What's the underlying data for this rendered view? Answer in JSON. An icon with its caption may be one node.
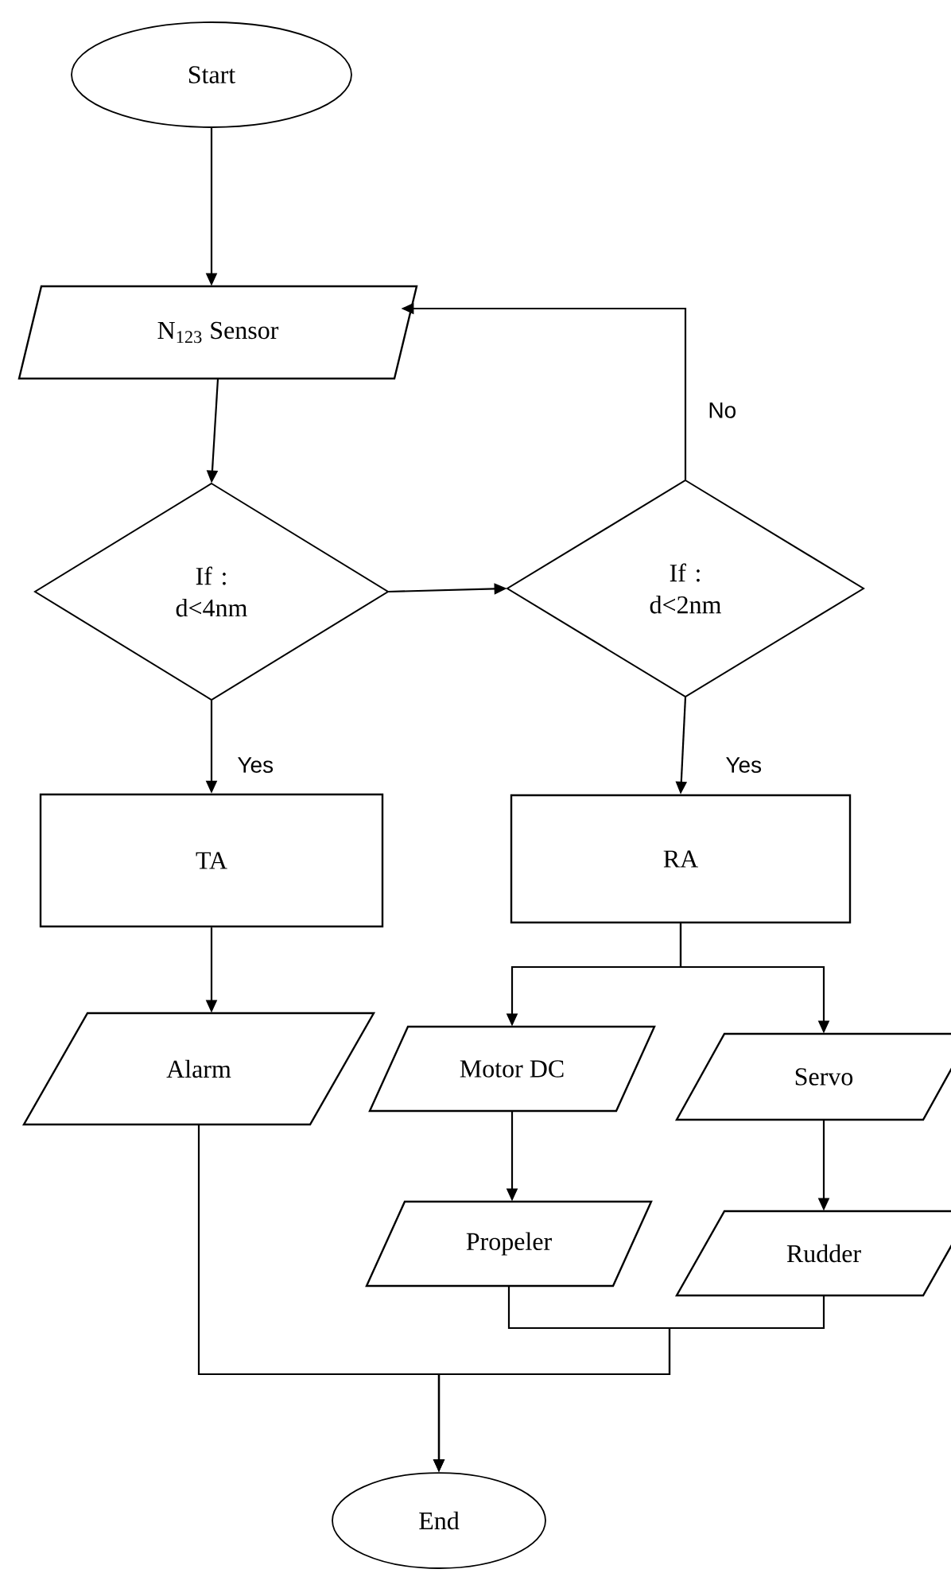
{
  "diagram": {
    "nodes": [
      {
        "text": [
          "Start"
        ]
      },
      {
        "text": [
          "N$_{123}$ Sensor"
        ]
      },
      {
        "text": [
          "If : d<4nm"
        ]
      },
      {
        "text": [
          "If : d<2nm"
        ]
      },
      {
        "text": [
          "TA"
        ]
      },
      {
        "text": [
          "RA"
        ]
      },
      {
        "text": [
          "Alarm"
        ]
      },
      {
        "text": [
          "Motor DC"
        ]
      },
      {
        "text": [
          "Servo"
        ]
      },
      {
        "text": [
          "Propeler"
        ]
      },
      {
        "text": [
          "Rudder"
        ]
      },
      {
        "text": [
          "End"
        ]
      }
    ],
    "edges": [
      {
        "from": 0,
        "to": 1,
        "arrow": "to"
      },
      {
        "from": 1,
        "to": 2,
        "arrow": "to"
      },
      {
        "from": 2,
        "to": 3,
        "arrow": "to"
      },
      {
        "from": 3,
        "to": 1,
        "arrow": "to",
        "label": "No"
      },
      {
        "from": 2,
        "to": 4,
        "arrow": "to",
        "label": "Yes"
      },
      {
        "from": 3,
        "to": 5,
        "arrow": "to",
        "label": "Yes"
      },
      {
        "from": 4,
        "to": 6,
        "arrow": "to"
      },
      {
        "from": 5,
        "to": 7,
        "arrow": "to"
      },
      {
        "from": 5,
        "to": 8,
        "arrow": "to"
      },
      {
        "from": 7,
        "to": 9,
        "arrow": "to"
      },
      {
        "from": 8,
        "to": 10,
        "arrow": "to"
      },
      {
        "from": 6,
        "to": 11,
        "arrow": "to"
      },
      {
        "from": 9,
        "to": 11,
        "arrow": "to"
      },
      {
        "from": 10,
        "to": 11,
        "arrow": "to"
      }
    ]
  }
}
